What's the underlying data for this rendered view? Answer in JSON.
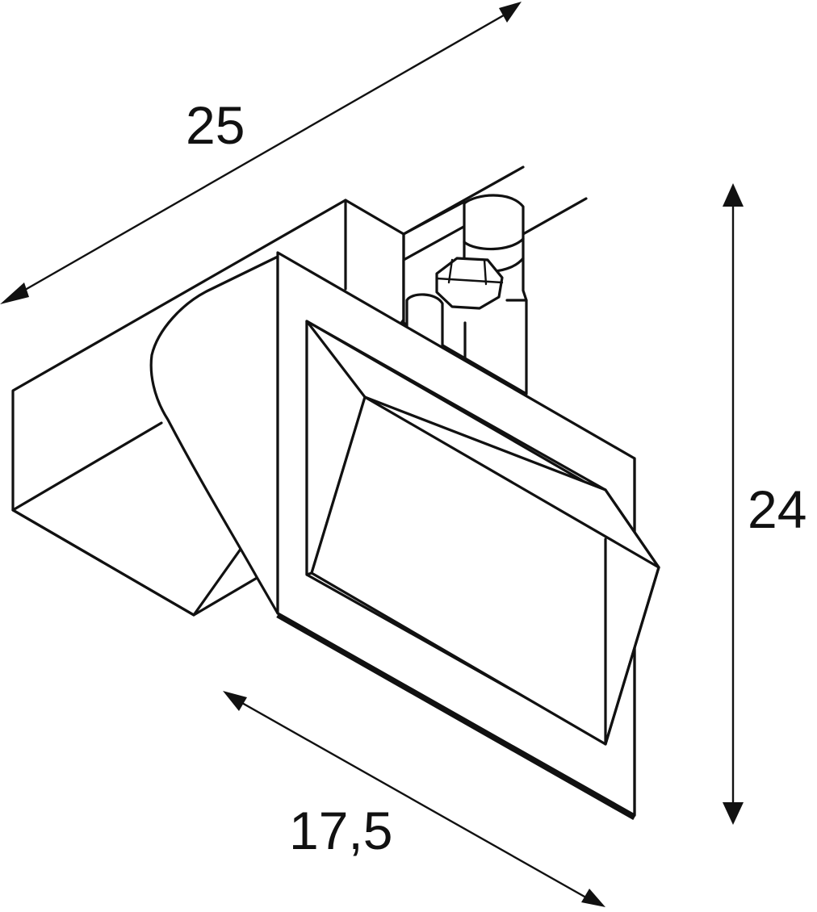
{
  "dimensions": {
    "length": "25",
    "height": "24",
    "depth": "17,5"
  },
  "colors": {
    "line": "#111111",
    "background": "#ffffff"
  }
}
